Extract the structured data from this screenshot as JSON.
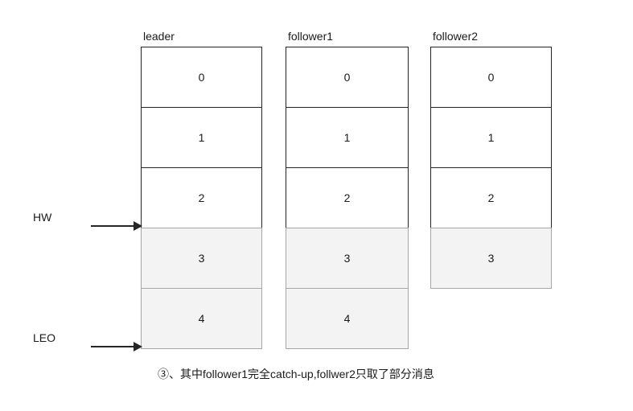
{
  "diagram": {
    "caption": "③、其中follower1完全catch-up,follwer2只取了部分消息",
    "colors": {
      "committed_fill": "#ffffff",
      "committed_border": "#262626",
      "pending_fill": "#f3f3f3",
      "pending_border": "#a6a6a6",
      "text": "#1a1a1a",
      "arrow": "#262626"
    },
    "markers": [
      {
        "label": "HW"
      },
      {
        "label": "LEO"
      }
    ],
    "columns": [
      {
        "header": "leader",
        "cells": [
          {
            "value": "0",
            "state": "committed"
          },
          {
            "value": "1",
            "state": "committed"
          },
          {
            "value": "2",
            "state": "committed"
          },
          {
            "value": "3",
            "state": "pending"
          },
          {
            "value": "4",
            "state": "pending"
          }
        ]
      },
      {
        "header": "follower1",
        "cells": [
          {
            "value": "0",
            "state": "committed"
          },
          {
            "value": "1",
            "state": "committed"
          },
          {
            "value": "2",
            "state": "committed"
          },
          {
            "value": "3",
            "state": "pending"
          },
          {
            "value": "4",
            "state": "pending"
          }
        ]
      },
      {
        "header": "follower2",
        "cells": [
          {
            "value": "0",
            "state": "committed"
          },
          {
            "value": "1",
            "state": "committed"
          },
          {
            "value": "2",
            "state": "committed"
          },
          {
            "value": "3",
            "state": "pending"
          }
        ]
      }
    ]
  }
}
